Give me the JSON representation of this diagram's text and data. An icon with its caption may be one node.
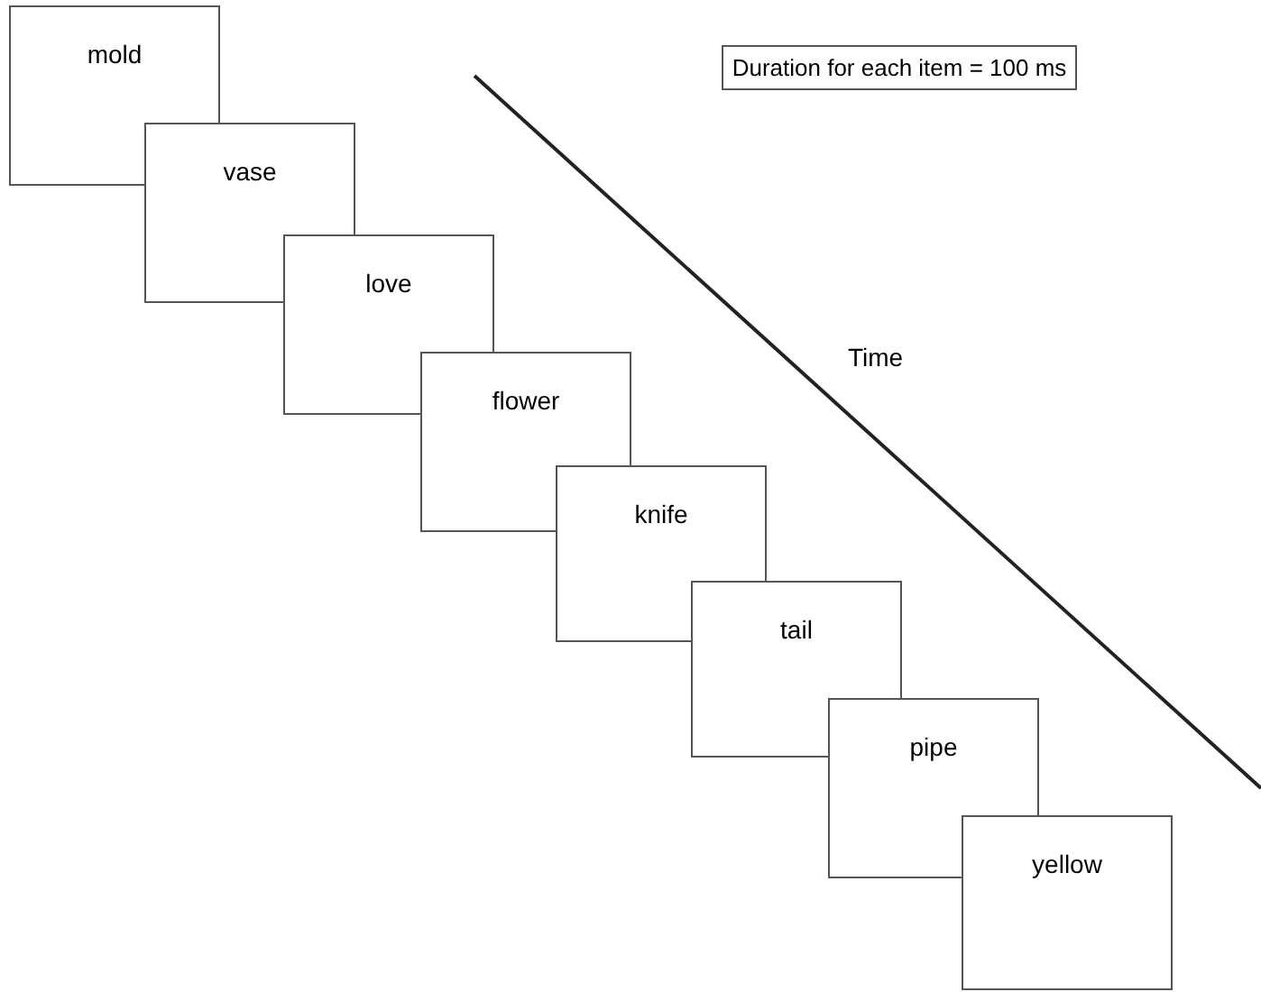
{
  "diagram": {
    "nodes": [
      {
        "text": [
          "mold"
        ]
      },
      {
        "text": [
          "vase"
        ]
      },
      {
        "text": [
          "love"
        ]
      },
      {
        "text": [
          "flower"
        ]
      },
      {
        "text": [
          "knife"
        ]
      },
      {
        "text": [
          "tail"
        ]
      },
      {
        "text": [
          "pipe"
        ]
      },
      {
        "text": [
          "yellow"
        ]
      },
      {
        "text": [
          "Duration for each item = 100 ms"
        ]
      }
    ],
    "labels": [
      "Time"
    ]
  }
}
